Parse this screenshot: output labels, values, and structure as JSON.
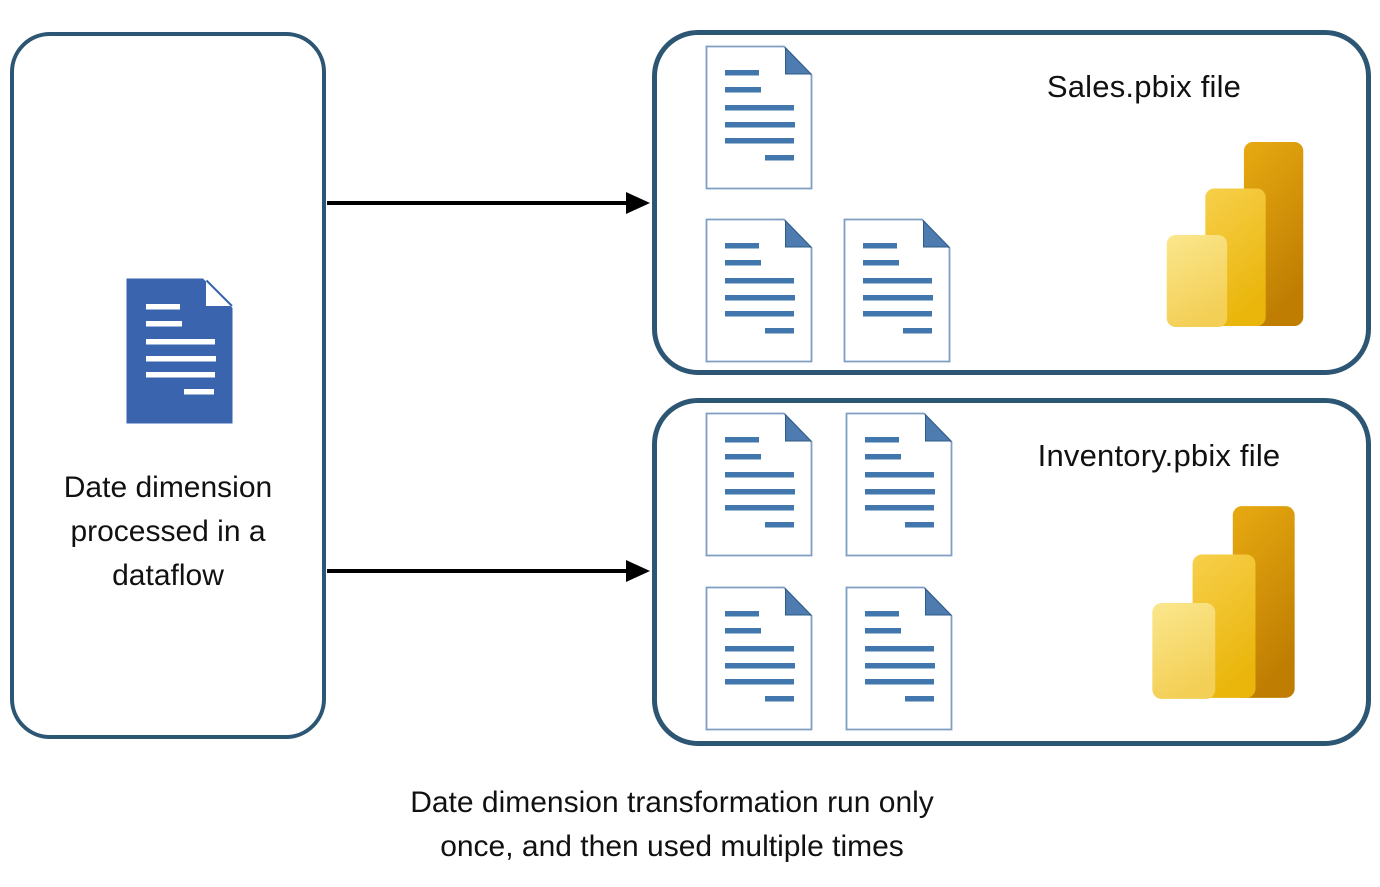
{
  "source_panel": {
    "label_lines": [
      "Date dimension",
      "processed in a",
      "dataflow"
    ],
    "icon": "blue-document-icon"
  },
  "targets": [
    {
      "title": "Sales.pbix file",
      "document_count": 3,
      "icon": "power-bi-logo"
    },
    {
      "title": "Inventory.pbix file",
      "document_count": 4,
      "icon": "power-bi-logo"
    }
  ],
  "caption_lines": [
    "Date dimension transformation run only",
    "once, and then used multiple times"
  ],
  "arrows": [
    {
      "name": "arrow-to-sales",
      "direction": "right"
    },
    {
      "name": "arrow-to-inventory",
      "direction": "right"
    }
  ],
  "colors": {
    "box_border": "#2C5674",
    "arrow": "#000000",
    "text": "#111111",
    "blue_document_fill": "#3A64AE",
    "white_document_border": "#7E9EC4",
    "document_line": "#4277AD",
    "document_fold": "#4E7CB0",
    "pbi_bar_light_top": "#FBE78E",
    "pbi_bar_light_bottom": "#F3CF55",
    "pbi_bar_mid_top": "#F7CF4B",
    "pbi_bar_mid_bottom": "#EAB60C",
    "pbi_bar_dark_top": "#E8AA11",
    "pbi_bar_dark_bottom": "#BF7E02"
  }
}
